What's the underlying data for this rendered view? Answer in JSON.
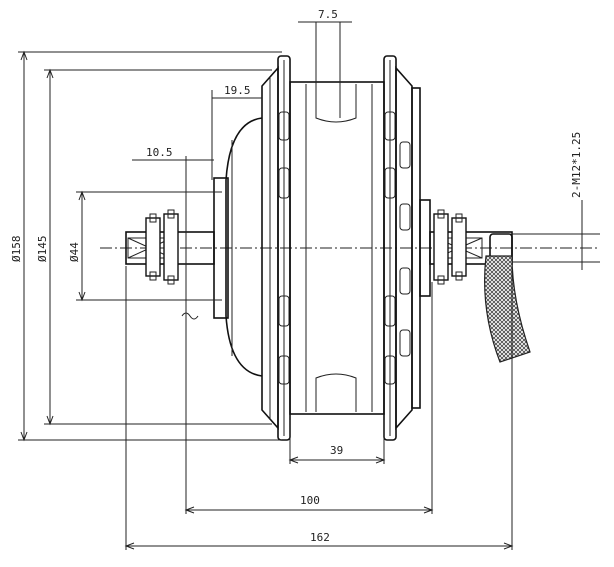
{
  "dimensions": {
    "hub_offset": "7.5",
    "flange_offset": "19.5",
    "cover_offset": "10.5",
    "thread_spec": "2-M12*1.25",
    "dia_outer": "Ø158",
    "dia_rotor": "Ø145",
    "dia_cover": "Ø44",
    "core_width": "39",
    "dropout_width": "100",
    "overall_length": "162"
  },
  "colors": {
    "line": "#222222",
    "cable": "#555555"
  }
}
